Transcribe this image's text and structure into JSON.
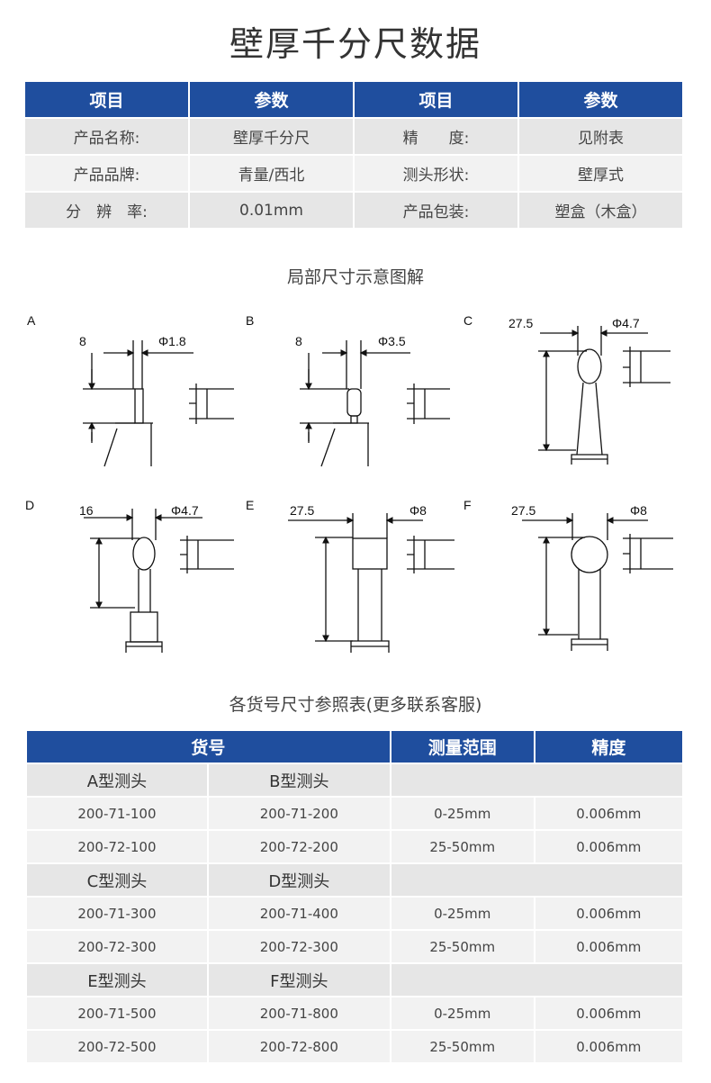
{
  "title": "壁厚千分尺数据",
  "spec_table": {
    "headers": [
      "项目",
      "参数",
      "项目",
      "参数"
    ],
    "rows": [
      [
        "产品名称:",
        "壁厚千分尺",
        "精　　度:",
        "见附表"
      ],
      [
        "产品品牌:",
        "青量/西北",
        "测头形状:",
        "壁厚式"
      ],
      [
        "分　辨　率:",
        "0.01mm",
        "产品包装:",
        "塑盒（木盒）"
      ]
    ]
  },
  "diagram_title": "局部尺寸示意图解",
  "diagrams": [
    {
      "label": "A",
      "dim_height": "8",
      "dim_dia": "Φ1.8"
    },
    {
      "label": "B",
      "dim_height": "8",
      "dim_dia": "Φ3.5"
    },
    {
      "label": "C",
      "dim_height": "27.5",
      "dim_dia": "Φ4.7"
    },
    {
      "label": "D",
      "dim_height": "16",
      "dim_dia": "Φ4.7"
    },
    {
      "label": "E",
      "dim_height": "27.5",
      "dim_dia": "Φ8"
    },
    {
      "label": "F",
      "dim_height": "27.5",
      "dim_dia": "Φ8"
    }
  ],
  "ref_title": "各货号尺寸参照表(更多联系客服)",
  "ref_table": {
    "headers": [
      "货号",
      "测量范围",
      "精度"
    ],
    "groups": [
      {
        "types": [
          "A型测头",
          "B型测头"
        ],
        "rows": [
          [
            "200-71-100",
            "200-71-200",
            "0-25mm",
            "0.006mm"
          ],
          [
            "200-72-100",
            "200-72-200",
            "25-50mm",
            "0.006mm"
          ]
        ]
      },
      {
        "types": [
          "C型测头",
          "D型测头"
        ],
        "rows": [
          [
            "200-71-300",
            "200-71-400",
            "0-25mm",
            "0.006mm"
          ],
          [
            "200-72-300",
            "200-72-300",
            "25-50mm",
            "0.006mm"
          ]
        ]
      },
      {
        "types": [
          "E型测头",
          "F型测头"
        ],
        "rows": [
          [
            "200-71-500",
            "200-71-800",
            "0-25mm",
            "0.006mm"
          ],
          [
            "200-72-500",
            "200-72-800",
            "25-50mm",
            "0.006mm"
          ]
        ]
      }
    ]
  },
  "colors": {
    "header_blue": "#1f4e9e",
    "row_gray": "#e6e6e6",
    "row_light": "#f2f2f2"
  }
}
